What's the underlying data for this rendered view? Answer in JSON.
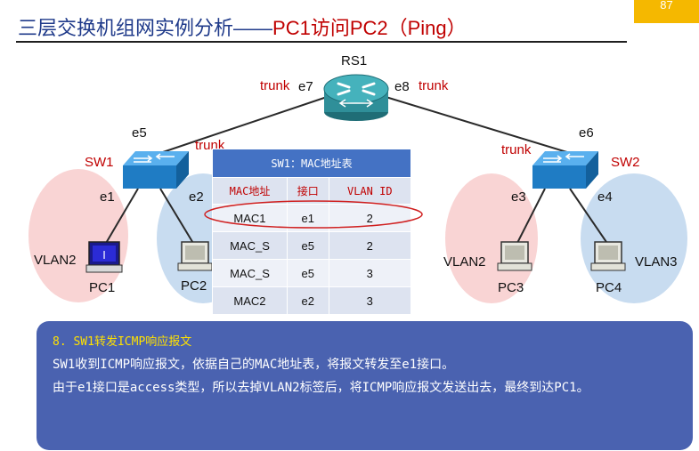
{
  "header": {
    "title_main": "三层交换机组网实例分析——",
    "title_highlight": "PC1访问PC2（Ping）",
    "page_number": "87"
  },
  "topology": {
    "router": {
      "name": "RS1",
      "port_left": "e7",
      "port_right": "e8"
    },
    "sw1": {
      "name": "SW1",
      "uplink": "e5",
      "port_a": "e1",
      "port_b": "e2"
    },
    "sw2": {
      "name": "SW2",
      "uplink": "e6",
      "port_a": "e3",
      "port_b": "e4"
    },
    "trunk_label": "trunk",
    "pcs": [
      {
        "name": "PC1",
        "vlan": "VLAN2"
      },
      {
        "name": "PC2"
      },
      {
        "name": "PC3",
        "vlan": "VLAN2"
      },
      {
        "name": "PC4",
        "vlan": "VLAN3"
      }
    ],
    "pc1_screen_mark": "I"
  },
  "mac_table": {
    "title": "SW1：MAC地址表",
    "columns": [
      "MAC地址",
      "接口",
      "VLAN ID"
    ],
    "rows": [
      [
        "MAC1",
        "e1",
        "2"
      ],
      [
        "MAC_S",
        "e5",
        "2"
      ],
      [
        "MAC_S",
        "e5",
        "3"
      ],
      [
        "MAC2",
        "e2",
        "3"
      ]
    ]
  },
  "info_box": {
    "step": "8.  SW1转发ICMP响应报文",
    "line1": "    SW1收到ICMP响应报文，依据自己的MAC地址表，将报文转发至e1接口。",
    "line2": "    由于e1接口是access类型，所以去掉VLAN2标签后，将ICMP响应报文发送出去，最终到达PC1。"
  },
  "colors": {
    "vlan2_zone": "#f9d4d4",
    "vlan3_zone": "#c8dcf0",
    "switch": "#2e8fd6",
    "router": "#3a9ea8",
    "table_header": "#4472c4",
    "info_box": "#4a62b0",
    "accent_red": "#c00000"
  }
}
